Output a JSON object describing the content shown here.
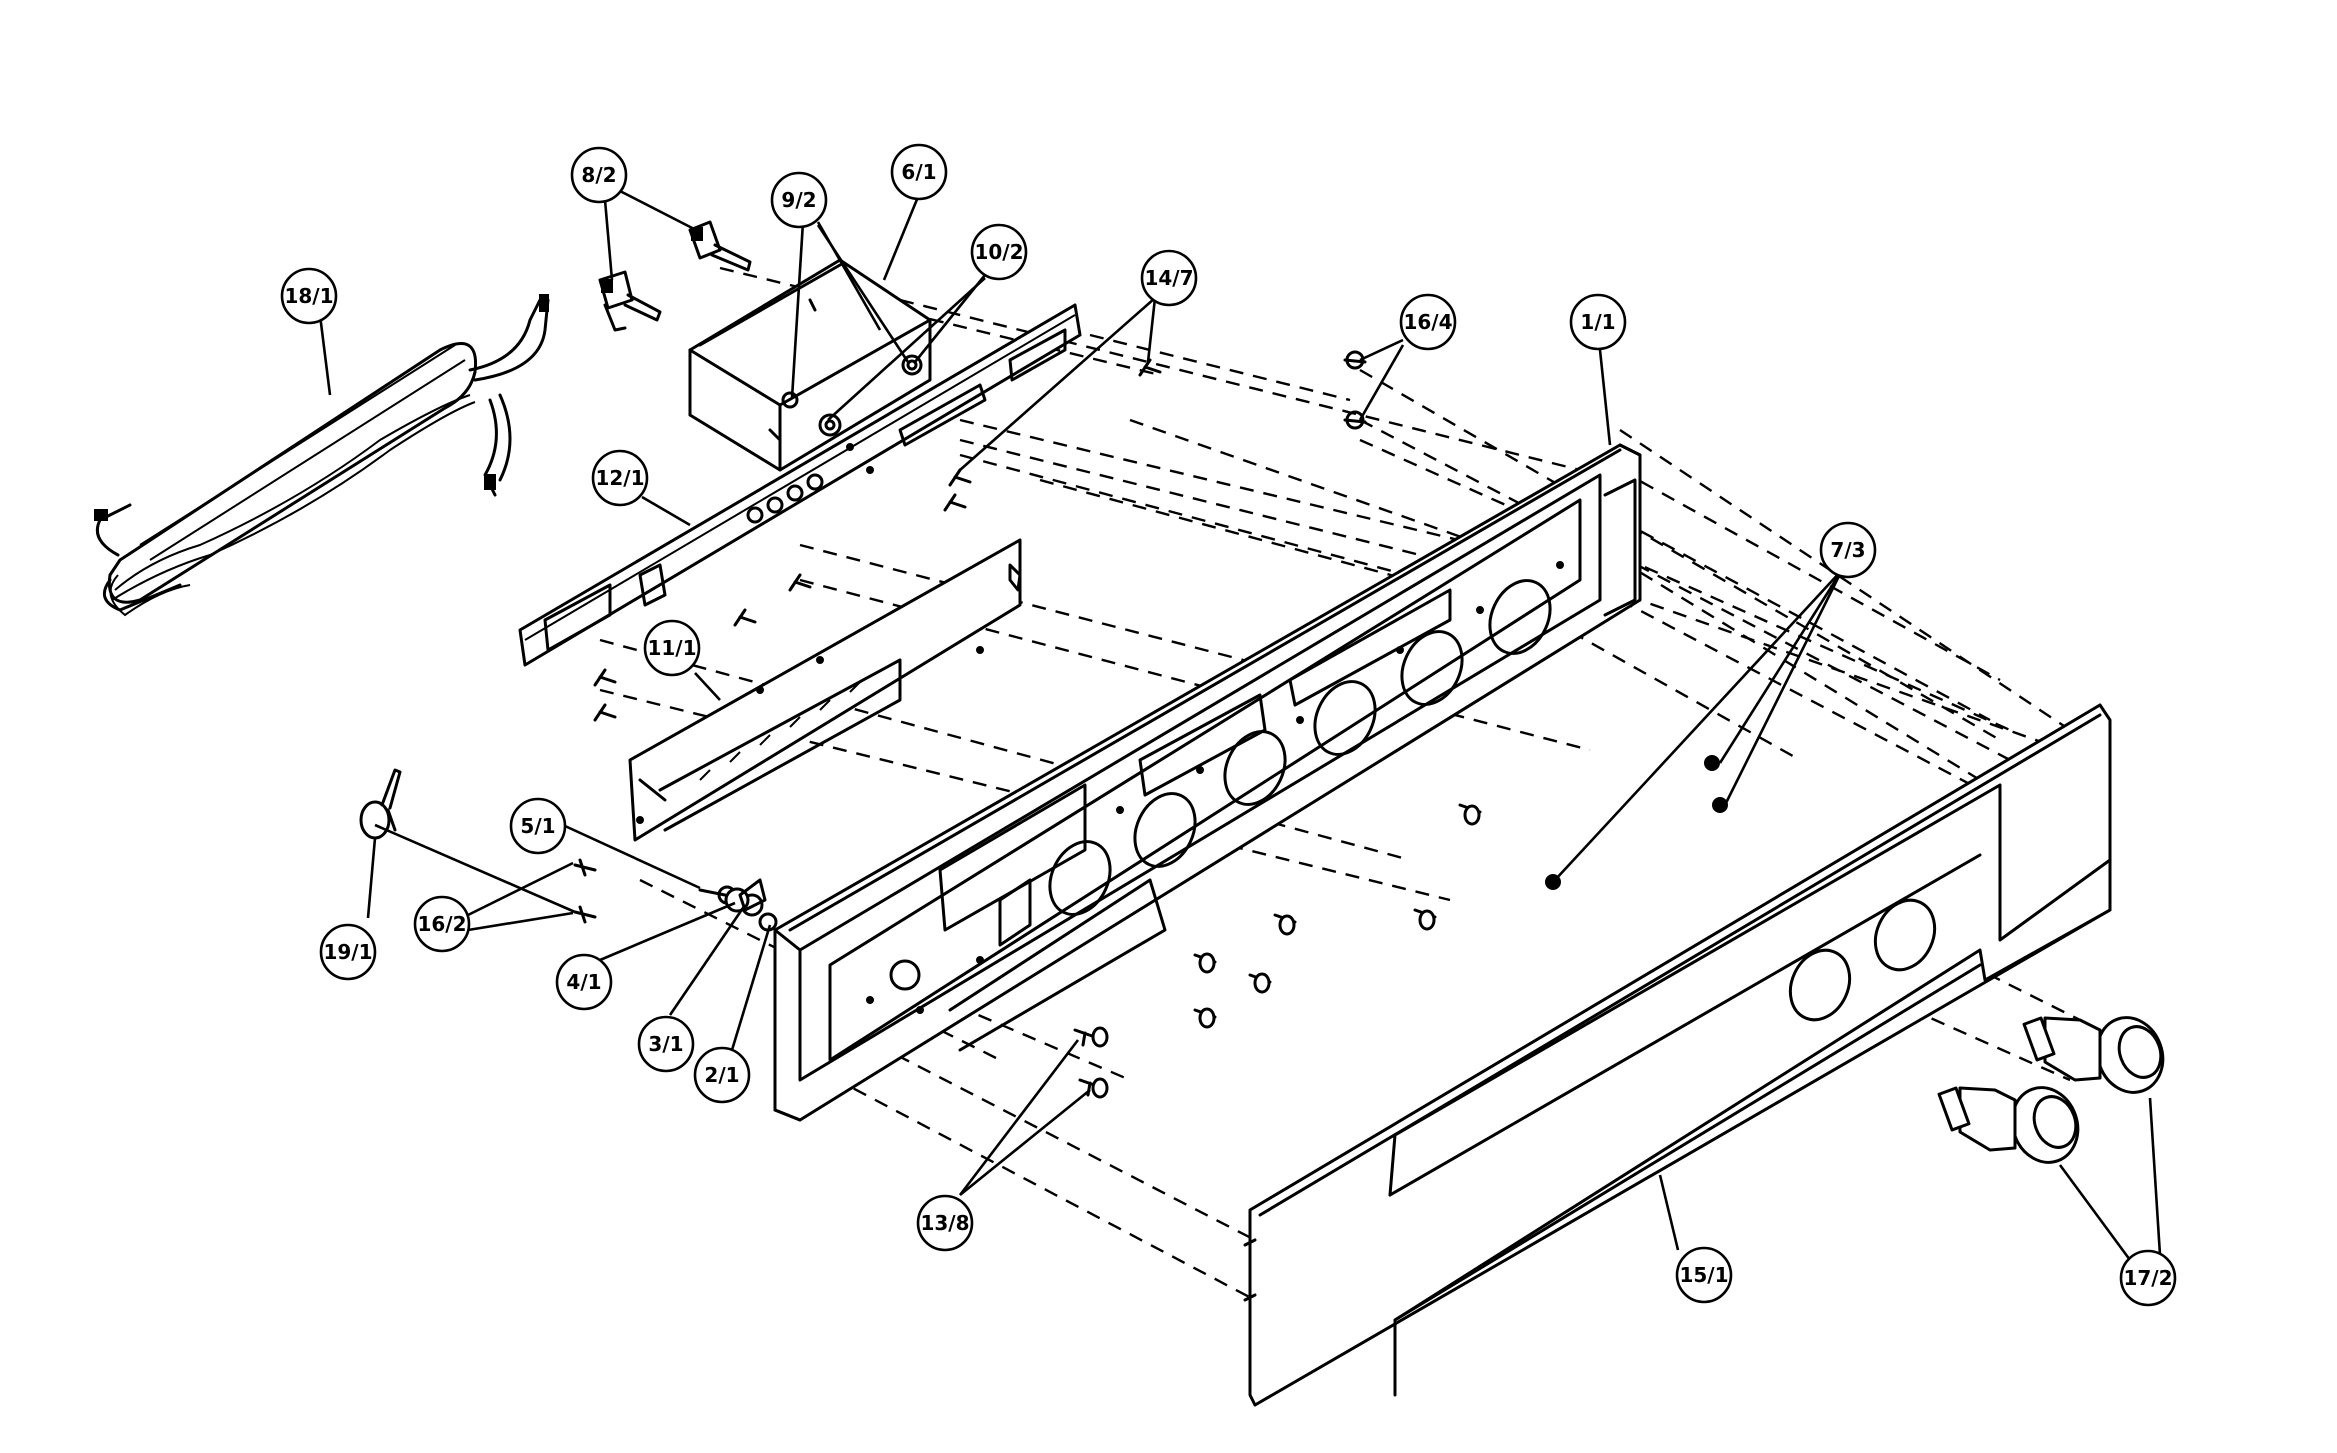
{
  "callouts": [
    {
      "id": "c-18-1",
      "label": "18/1"
    },
    {
      "id": "c-8-2",
      "label": "8/2"
    },
    {
      "id": "c-9-2",
      "label": "9/2"
    },
    {
      "id": "c-6-1",
      "label": "6/1"
    },
    {
      "id": "c-10-2",
      "label": "10/2"
    },
    {
      "id": "c-14-7",
      "label": "14/7"
    },
    {
      "id": "c-16-4",
      "label": "16/4"
    },
    {
      "id": "c-1-1",
      "label": "1/1"
    },
    {
      "id": "c-12-1",
      "label": "12/1"
    },
    {
      "id": "c-7-3",
      "label": "7/3"
    },
    {
      "id": "c-11-1",
      "label": "11/1"
    },
    {
      "id": "c-5-1",
      "label": "5/1"
    },
    {
      "id": "c-19-1",
      "label": "19/1"
    },
    {
      "id": "c-16-2",
      "label": "16/2"
    },
    {
      "id": "c-4-1",
      "label": "4/1"
    },
    {
      "id": "c-3-1",
      "label": "3/1"
    },
    {
      "id": "c-2-1",
      "label": "2/1"
    },
    {
      "id": "c-13-8",
      "label": "13/8"
    },
    {
      "id": "c-15-1",
      "label": "15/1"
    },
    {
      "id": "c-17-2",
      "label": "17/2"
    }
  ]
}
